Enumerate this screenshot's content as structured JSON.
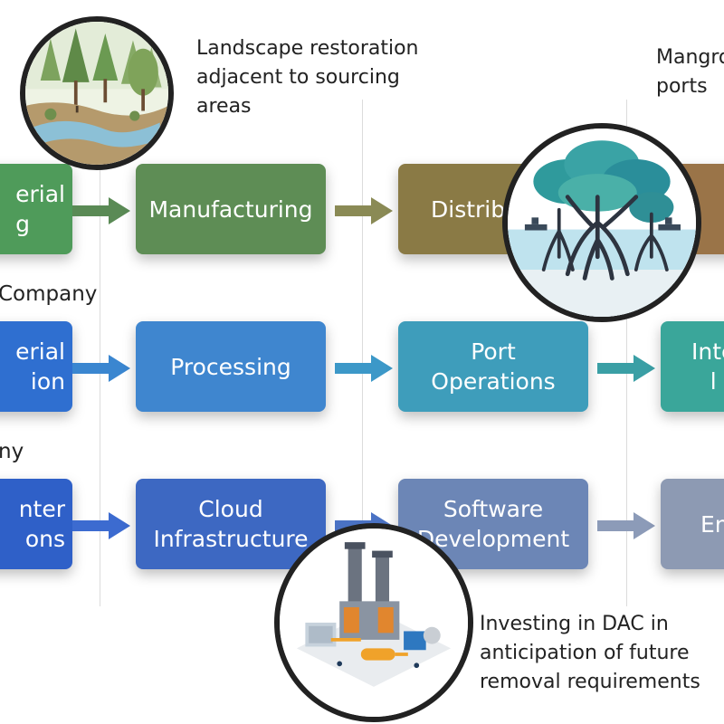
{
  "notes": {
    "landscape": "Landscape restoration\nadjacent to sourcing\nareas",
    "mangrove": "Mangro\nports",
    "dac": "Investing in DAC in\nanticipation of future\nremoval requirements"
  },
  "rows": [
    {
      "label": "",
      "boxes": [
        "erial\ng",
        "Manufacturing",
        "Distribu",
        ""
      ]
    },
    {
      "label": "Company",
      "boxes": [
        "erial\nion",
        "Processing",
        "Port\nOperations",
        "Inte\nl"
      ]
    },
    {
      "label": "ny",
      "boxes": [
        "nter\nons",
        "Cloud\nInfrastructure",
        "Software\nDevelopment",
        "En"
      ]
    }
  ],
  "icons": {
    "landscape": "forest-restoration-icon",
    "mangrove": "mangrove-tree-icon",
    "dac": "direct-air-capture-plant-icon"
  },
  "colors": {
    "row1_box1": "#4f9b5a",
    "row1_box2": "#5e8d55",
    "row1_box3": "#8a7a45",
    "row1_box4": "#9a7448",
    "row1_arrow": "#5a8a55",
    "row2_box1": "#2f6fd0",
    "row2_box2": "#3f86cf",
    "row2_box3": "#3e9dbb",
    "row2_box4": "#3aa69a",
    "row2_arrow": "#3a86d0",
    "row3_box1": "#2f60c8",
    "row3_box2": "#3d68c2",
    "row3_box3": "#6c86b6",
    "row3_box4": "#8d9ab3",
    "row3_arrow": "#3c6bd0"
  }
}
